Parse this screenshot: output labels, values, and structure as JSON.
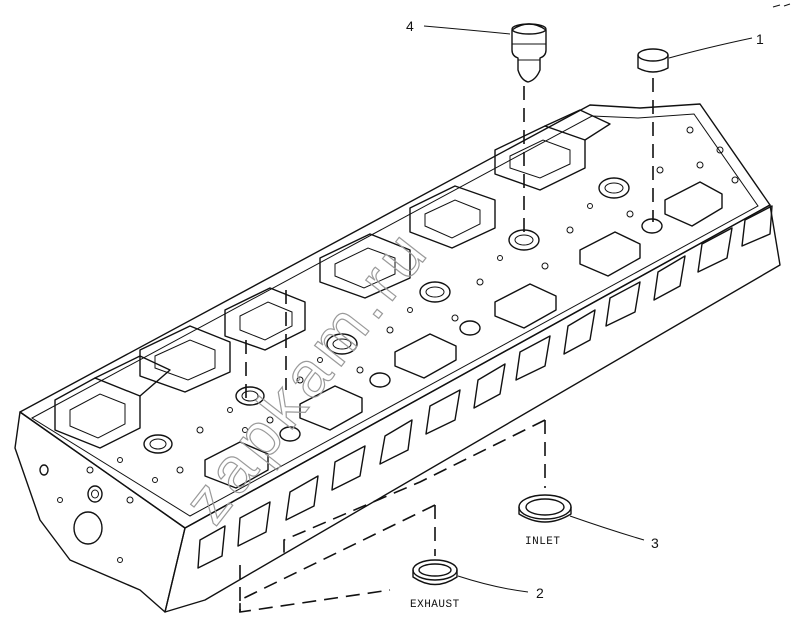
{
  "callouts": [
    {
      "num": "1",
      "label": ""
    },
    {
      "num": "2",
      "label": "EXHAUST"
    },
    {
      "num": "3",
      "label": "INLET"
    },
    {
      "num": "4",
      "label": ""
    }
  ],
  "watermark": "zapkam.ru"
}
